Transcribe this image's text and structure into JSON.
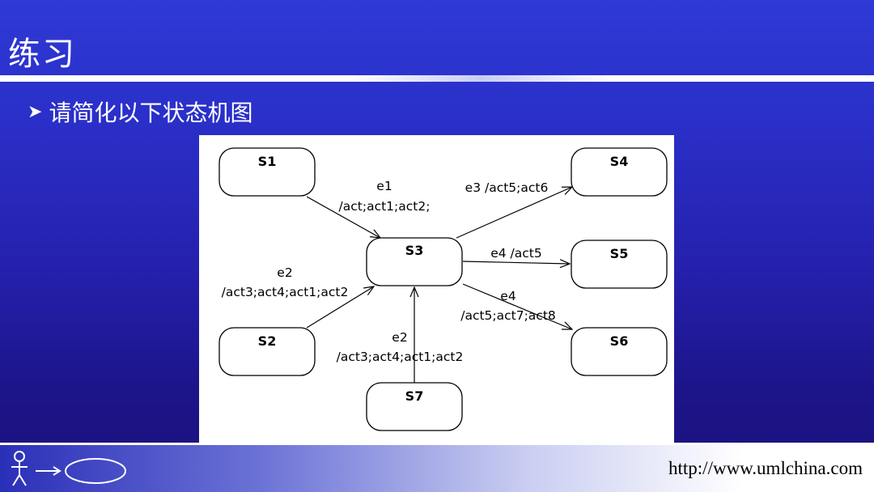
{
  "slide": {
    "title": "练习",
    "bullet_icon": "arrowhead-bullet-icon",
    "instruction": "请简化以下状态机图"
  },
  "diagram": {
    "states": [
      "S1",
      "S2",
      "S3",
      "S4",
      "S5",
      "S6",
      "S7"
    ],
    "transitions": [
      {
        "from": "S1",
        "to": "S3",
        "event": "e1",
        "actions": "/act;act1;act2;"
      },
      {
        "from": "S2",
        "to": "S3",
        "event": "e2",
        "actions": "/act3;act4;act1;act2"
      },
      {
        "from": "S7",
        "to": "S3",
        "event": "e2",
        "actions": "/act3;act4;act1;act2"
      },
      {
        "from": "S3",
        "to": "S4",
        "label": "e3 /act5;act6"
      },
      {
        "from": "S3",
        "to": "S5",
        "label": "e4 /act5"
      },
      {
        "from": "S3",
        "to": "S6",
        "event": "e4",
        "actions": "/act5;act7;act8"
      }
    ]
  },
  "footer": {
    "logo": "actor-usecase-logo-icon",
    "url": "http://www.umlchina.com"
  }
}
